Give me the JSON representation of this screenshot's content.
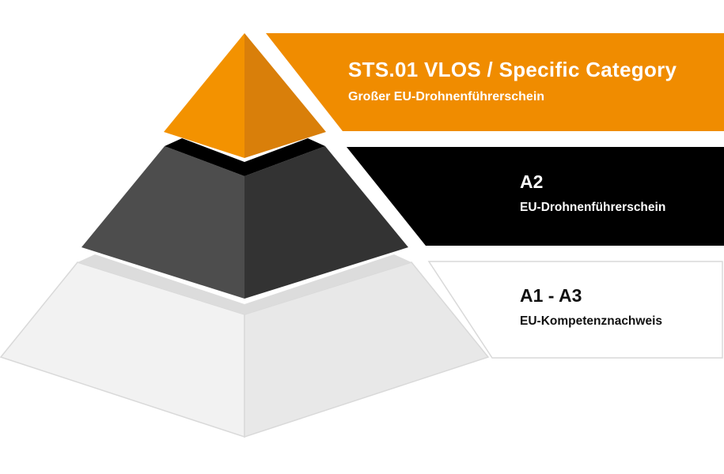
{
  "tiers": [
    {
      "title": "STS.01 VLOS / Specific Category",
      "subtitle": "Großer EU-Drohnenführerschein",
      "banner_color": "#f08c00",
      "text_color": "#ffffff"
    },
    {
      "title": "A2",
      "subtitle": "EU-Drohnenführerschein",
      "banner_color": "#000000",
      "text_color": "#ffffff"
    },
    {
      "title": "A1 - A3",
      "subtitle": "EU-Kompetenznachweis",
      "banner_color": "#ffffff",
      "text_color": "#111111"
    }
  ],
  "colors": {
    "orange_light": "#f39200",
    "orange_dark": "#d97f0a",
    "gray_light": "#4d4d4d",
    "gray_dark": "#333333",
    "white_light": "#f2f2f2",
    "white_dark": "#e8e8e8",
    "band": "#000000",
    "band_light": "#dcdcdc",
    "outline": "#d9d9d9"
  }
}
